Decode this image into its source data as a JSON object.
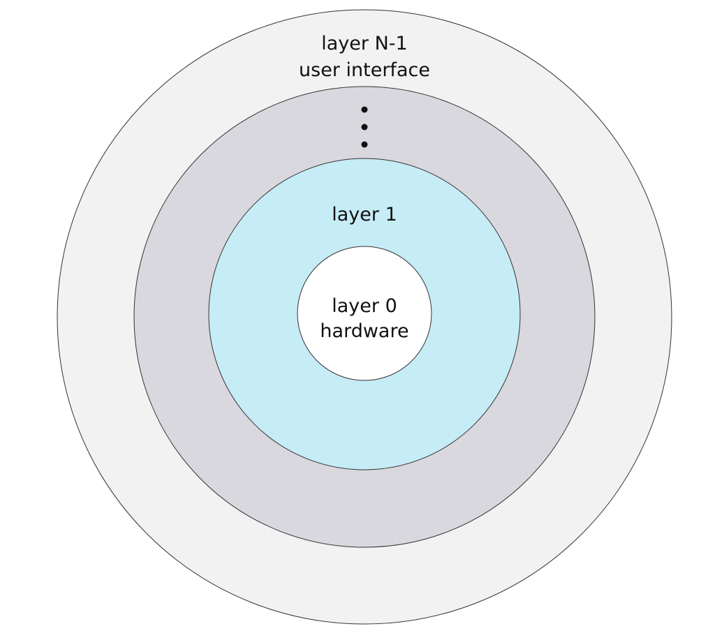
{
  "diagram": {
    "colors": {
      "outer": "#f2f2f2",
      "middle": "#d9d8de",
      "inner": "#c6ecf6",
      "core": "#ffffff",
      "stroke": "#333333",
      "text": "#111111"
    },
    "layers": {
      "outer": {
        "title": "layer N-1",
        "subtitle": "user interface"
      },
      "middle": {
        "ellipsis": "⋮"
      },
      "inner": {
        "title": "layer 1"
      },
      "core": {
        "title": "layer 0",
        "subtitle": "hardware"
      }
    }
  }
}
